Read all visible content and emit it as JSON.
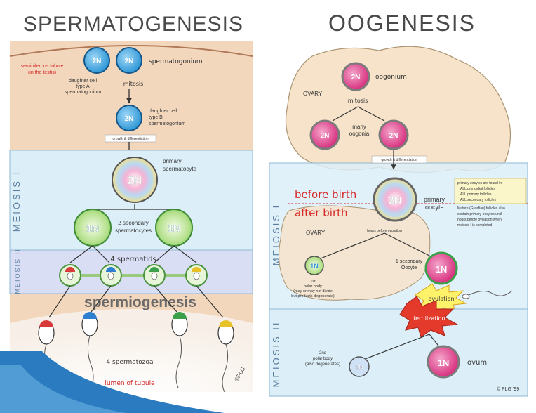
{
  "spermatogenesis": {
    "title": "SPERMATOGENESIS",
    "tubule_label": [
      "seminiferous tubule",
      "(in the testis)"
    ],
    "spermatogonium_label": "spermatogonium",
    "cell_2n": "2N",
    "cell_1n": "1N",
    "daughter_a_label": [
      "daughter cell",
      "type A",
      "spermatogonium"
    ],
    "mitosis_label": "mitosis",
    "daughter_b_label": [
      "daughter cell",
      "type B",
      "spermatogonium"
    ],
    "growth_label": "growth & differentiation",
    "meiosis_1_label": "MEIOSIS I",
    "primary_label": [
      "primary",
      "spermatocyte"
    ],
    "secondary_label": [
      "2 secondary",
      "spermatocytes"
    ],
    "meiosis_2_label": "MEIOSIS II",
    "spermatids_label": "4 spermatids",
    "spermiogenesis_label": "spermiogenesis",
    "spermatozoa_label": "4 spermatozoa",
    "lumen_label": "lumen of tubule",
    "copyright": "©PLG"
  },
  "oogenesis": {
    "title": "OOGENESIS",
    "oogonium_label": "oogonium",
    "ovary_label": "OVARY",
    "mitosis_label": "mitosis",
    "many_oogonia_label": [
      "many",
      "oogonia"
    ],
    "growth_label": "growth & differentiation",
    "meiosis_1_label": "MEIOSIS I",
    "before_birth": "before birth",
    "after_birth": "after birth",
    "primary_oocyte_label": [
      "primary",
      "oocyte"
    ],
    "note_1": [
      "primary oocytes are found in:",
      "ALL primordial follicles",
      "ALL primary follicles",
      "ALL secondary follicles"
    ],
    "note_2": [
      "Mature (Graafian) follicles also",
      "contain primary oocytes until",
      "hours before ovulation when",
      "meiosis I is completed"
    ],
    "ovary_label_2": "OVARY",
    "hours_label": "hours before ovulation",
    "polar_body_1_label": [
      "1st",
      "polar body",
      "(may or may not divide",
      "but products degenerate)"
    ],
    "secondary_oocyte_label": [
      "1 secondary",
      "Oocyte"
    ],
    "ovulation_label": "ovulation",
    "fertilization_label": "fertilization",
    "meiosis_2_label": "MEIOSIS II",
    "polar_body_2_label": [
      "2nd",
      "polar body",
      "(also degenerates)"
    ],
    "ovum_label": "ovum",
    "cell_2n": "2N",
    "cell_1n": "1N",
    "copyright": "© PLG '99"
  },
  "colors": {
    "slide_bar": "#2a7bbf",
    "meiosis_band": "#dceff9",
    "tubule_wall": "#f0d2b4",
    "ovary": "#f6e3c9",
    "before_birth": "#d62a2a",
    "cell_blue": "#2f97d6",
    "cell_pink": "#e23d8e",
    "cell_green": "#8ed16a"
  }
}
